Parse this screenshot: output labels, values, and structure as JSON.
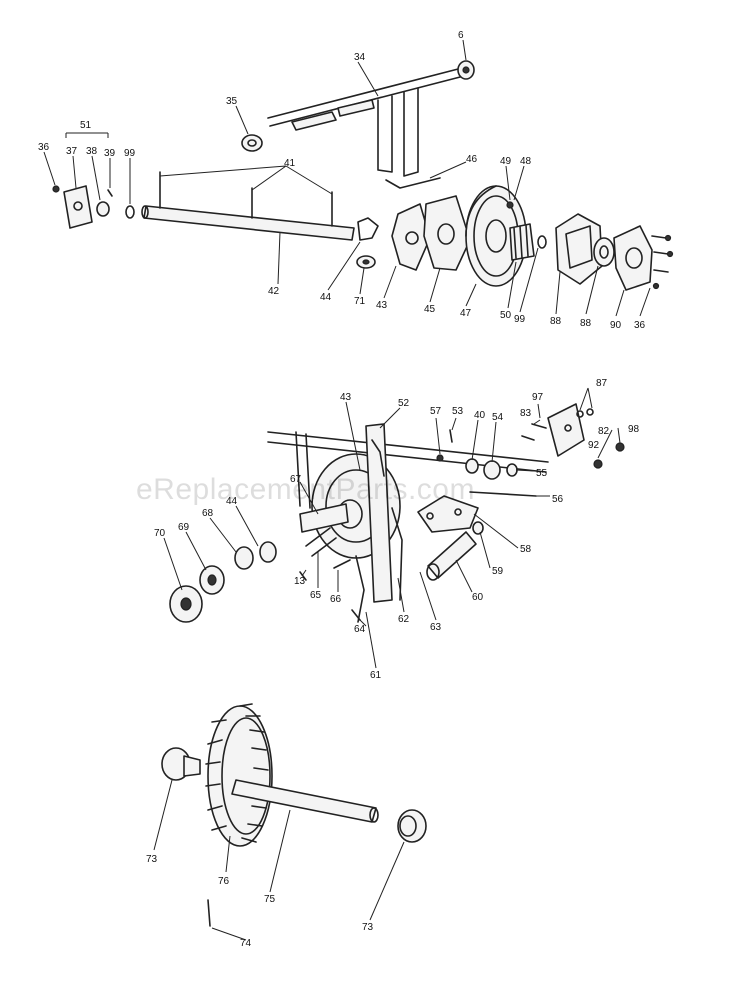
{
  "watermark": "eReplacementParts.com",
  "labels": [
    {
      "id": "p6",
      "text": "6"
    },
    {
      "id": "p34",
      "text": "34"
    },
    {
      "id": "p35",
      "text": "35"
    },
    {
      "id": "p51",
      "text": "51"
    },
    {
      "id": "p36a",
      "text": "36"
    },
    {
      "id": "p37",
      "text": "37"
    },
    {
      "id": "p38",
      "text": "38"
    },
    {
      "id": "p39",
      "text": "39"
    },
    {
      "id": "p99a",
      "text": "99"
    },
    {
      "id": "p41",
      "text": "41"
    },
    {
      "id": "p46",
      "text": "46"
    },
    {
      "id": "p49",
      "text": "49"
    },
    {
      "id": "p48",
      "text": "48"
    },
    {
      "id": "p42",
      "text": "42"
    },
    {
      "id": "p44a",
      "text": "44"
    },
    {
      "id": "p71",
      "text": "71"
    },
    {
      "id": "p43a",
      "text": "43"
    },
    {
      "id": "p45",
      "text": "45"
    },
    {
      "id": "p47",
      "text": "47"
    },
    {
      "id": "p50",
      "text": "50"
    },
    {
      "id": "p99b",
      "text": "99"
    },
    {
      "id": "p88a",
      "text": "88"
    },
    {
      "id": "p88b",
      "text": "88"
    },
    {
      "id": "p90",
      "text": "90"
    },
    {
      "id": "p36b",
      "text": "36"
    },
    {
      "id": "p43b",
      "text": "43"
    },
    {
      "id": "p52",
      "text": "52"
    },
    {
      "id": "p57",
      "text": "57"
    },
    {
      "id": "p53",
      "text": "53"
    },
    {
      "id": "p40",
      "text": "40"
    },
    {
      "id": "p54",
      "text": "54"
    },
    {
      "id": "p97",
      "text": "97"
    },
    {
      "id": "p87",
      "text": "87"
    },
    {
      "id": "p83",
      "text": "83"
    },
    {
      "id": "p82",
      "text": "82"
    },
    {
      "id": "p92",
      "text": "92"
    },
    {
      "id": "p98",
      "text": "98"
    },
    {
      "id": "p55",
      "text": "55"
    },
    {
      "id": "p56",
      "text": "56"
    },
    {
      "id": "p67",
      "text": "67"
    },
    {
      "id": "p44b",
      "text": "44"
    },
    {
      "id": "p68",
      "text": "68"
    },
    {
      "id": "p69",
      "text": "69"
    },
    {
      "id": "p70",
      "text": "70"
    },
    {
      "id": "p58",
      "text": "58"
    },
    {
      "id": "p59",
      "text": "59"
    },
    {
      "id": "p60",
      "text": "60"
    },
    {
      "id": "p13",
      "text": "13"
    },
    {
      "id": "p65",
      "text": "65"
    },
    {
      "id": "p66",
      "text": "66"
    },
    {
      "id": "p62",
      "text": "62"
    },
    {
      "id": "p63",
      "text": "63"
    },
    {
      "id": "p64",
      "text": "64"
    },
    {
      "id": "p61",
      "text": "61"
    },
    {
      "id": "p73a",
      "text": "73"
    },
    {
      "id": "p76",
      "text": "76"
    },
    {
      "id": "p75",
      "text": "75"
    },
    {
      "id": "p74",
      "text": "74"
    },
    {
      "id": "p73b",
      "text": "73"
    }
  ]
}
